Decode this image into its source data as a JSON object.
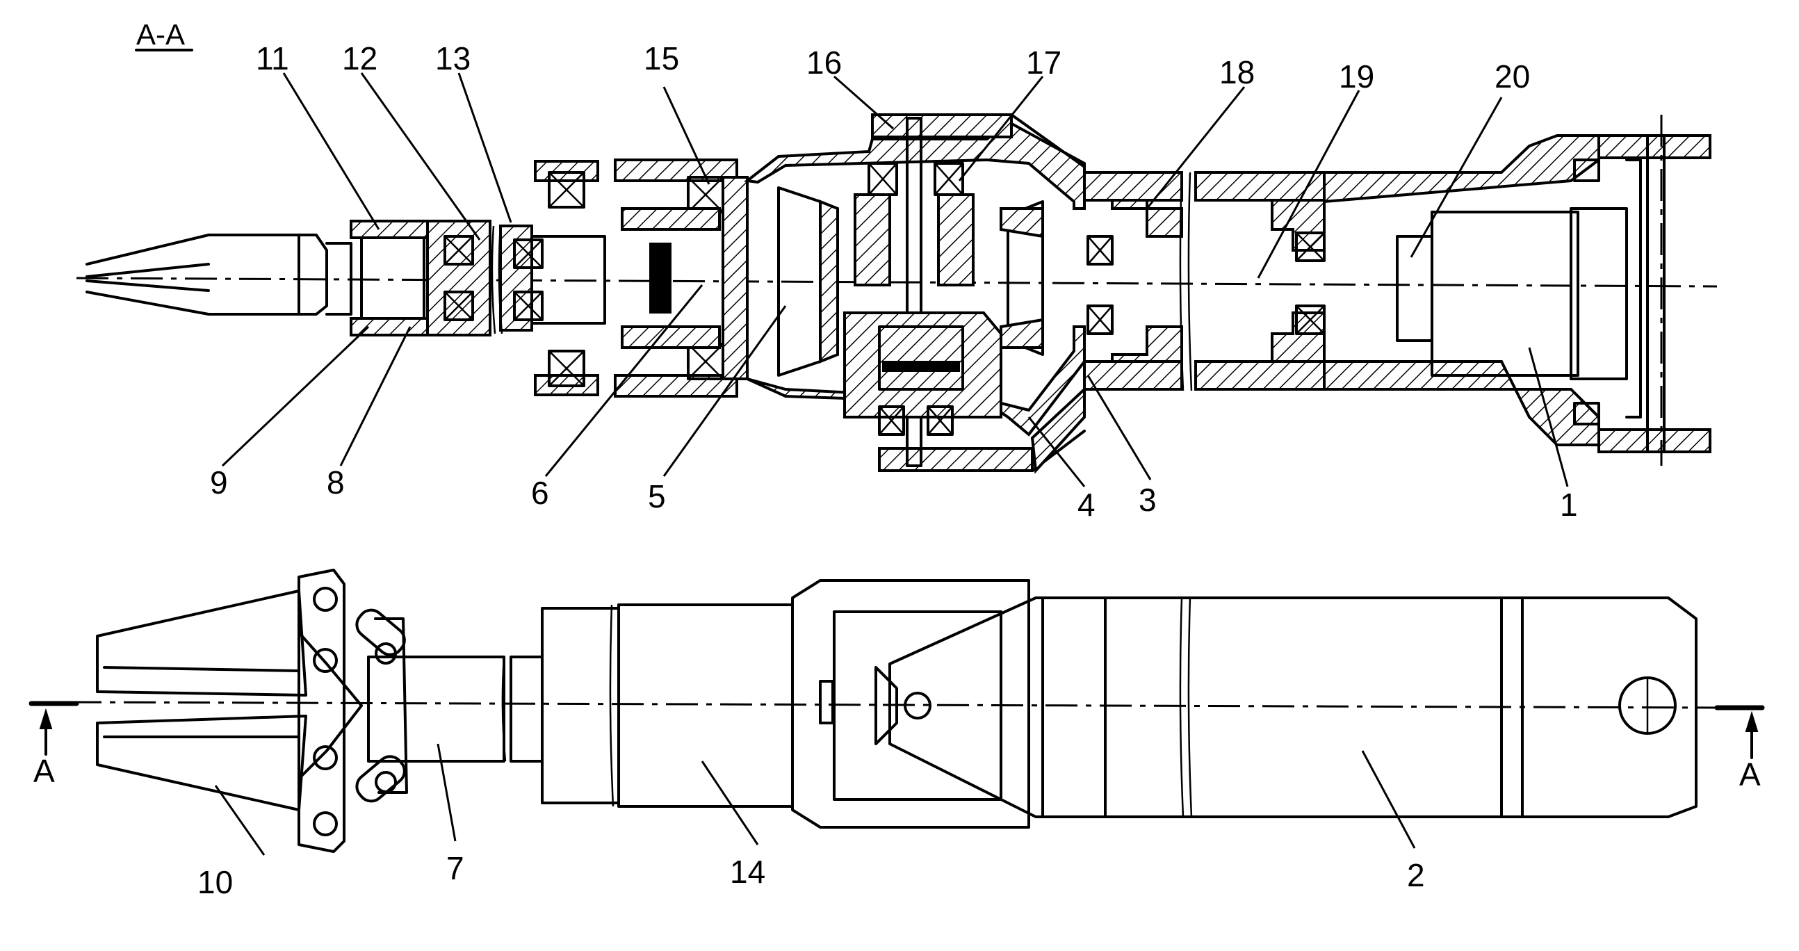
{
  "section_title": "A-A",
  "section_marker": "A",
  "part_numbers": {
    "p1": "1",
    "p2": "2",
    "p3": "3",
    "p4": "4",
    "p5": "5",
    "p6": "6",
    "p7": "7",
    "p8": "8",
    "p9": "9",
    "p10": "10",
    "p11": "11",
    "p12": "12",
    "p13": "13",
    "p14": "14",
    "p15": "15",
    "p16": "16",
    "p17": "17",
    "p18": "18",
    "p19": "19",
    "p20": "20"
  }
}
